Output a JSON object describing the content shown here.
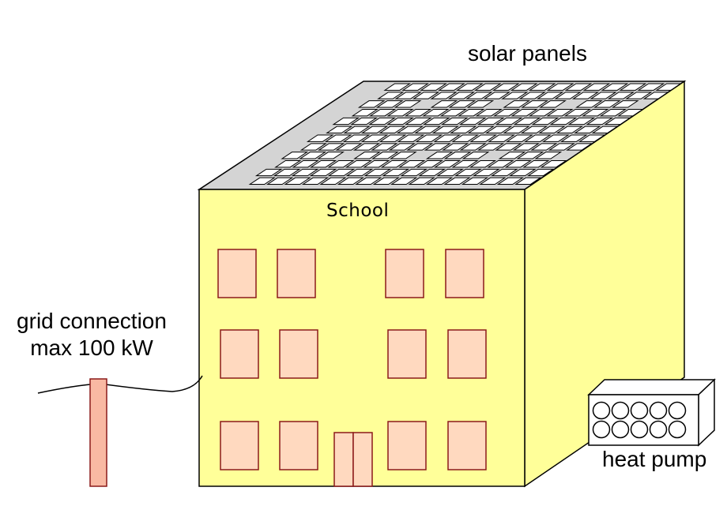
{
  "labels": {
    "solar_panels": "solar panels",
    "school": "School",
    "grid_connection_line1": "grid connection",
    "grid_connection_line2": "max 100 kW",
    "heat_pump": "heat pump"
  },
  "colors": {
    "building_wall": "#ffff99",
    "building_outline": "#000000",
    "roof": "#d4d4d4",
    "window_fill": "#ffd9bf",
    "window_stroke": "#8b1a1a",
    "pole_fill": "#f9b9a3",
    "panel_fill": "#ffffff"
  },
  "icons": [
    "solar-panel-icon",
    "window-icon",
    "door-icon",
    "utility-pole-icon",
    "heat-pump-icon",
    "fan-icon"
  ]
}
